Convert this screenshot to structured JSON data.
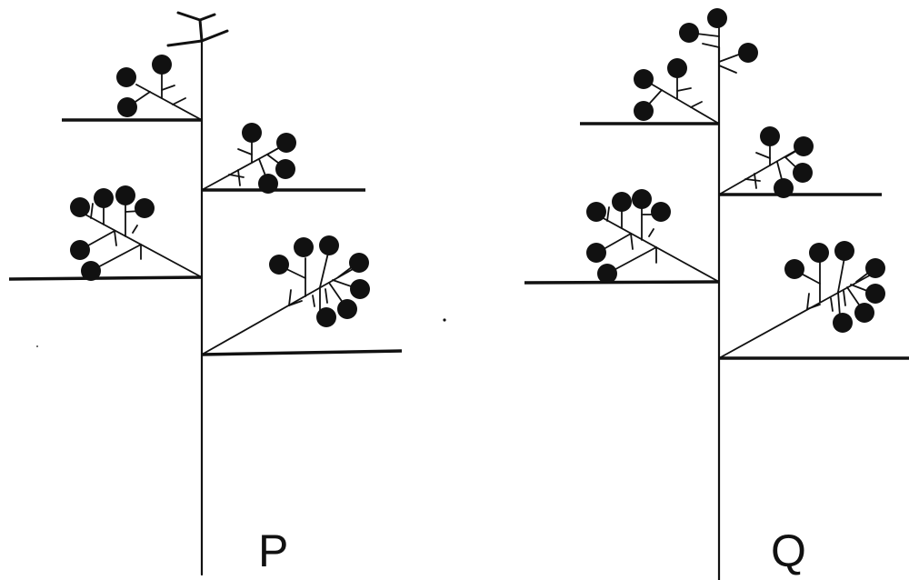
{
  "figure": {
    "plants": [
      {
        "id": "plant-p",
        "label": "P",
        "apex": "vegetative-bud",
        "fruit_clusters": 4
      },
      {
        "id": "plant-q",
        "label": "Q",
        "apex": "fruit-cluster",
        "fruit_clusters": 5
      }
    ],
    "colors": {
      "ink": "#111111",
      "background": "#ffffff"
    }
  }
}
